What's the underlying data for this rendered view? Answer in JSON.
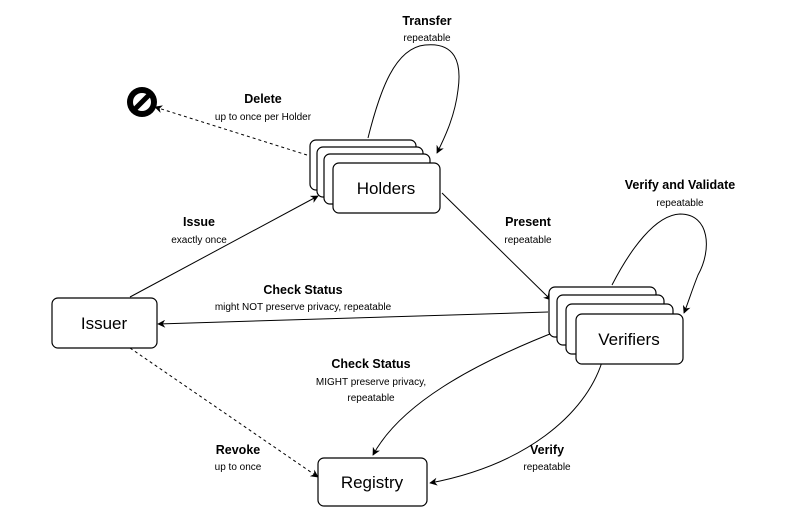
{
  "nodes": {
    "holders": "Holders",
    "verifiers": "Verifiers",
    "issuer": "Issuer",
    "registry": "Registry"
  },
  "edges": {
    "transfer": {
      "title": "Transfer",
      "sub": "repeatable"
    },
    "delete": {
      "title": "Delete",
      "sub": "up to once per Holder"
    },
    "issue": {
      "title": "Issue",
      "sub": "exactly once"
    },
    "present": {
      "title": "Present",
      "sub": "repeatable"
    },
    "verify_validate": {
      "title": "Verify and Validate",
      "sub": "repeatable"
    },
    "check_status_issuer": {
      "title": "Check Status",
      "sub": "might NOT preserve privacy, repeatable"
    },
    "check_status_registry": {
      "title": "Check Status",
      "sub1": "MIGHT preserve privacy,",
      "sub2": "repeatable"
    },
    "revoke": {
      "title": "Revoke",
      "sub": "up to once"
    },
    "verify": {
      "title": "Verify",
      "sub": "repeatable"
    }
  }
}
